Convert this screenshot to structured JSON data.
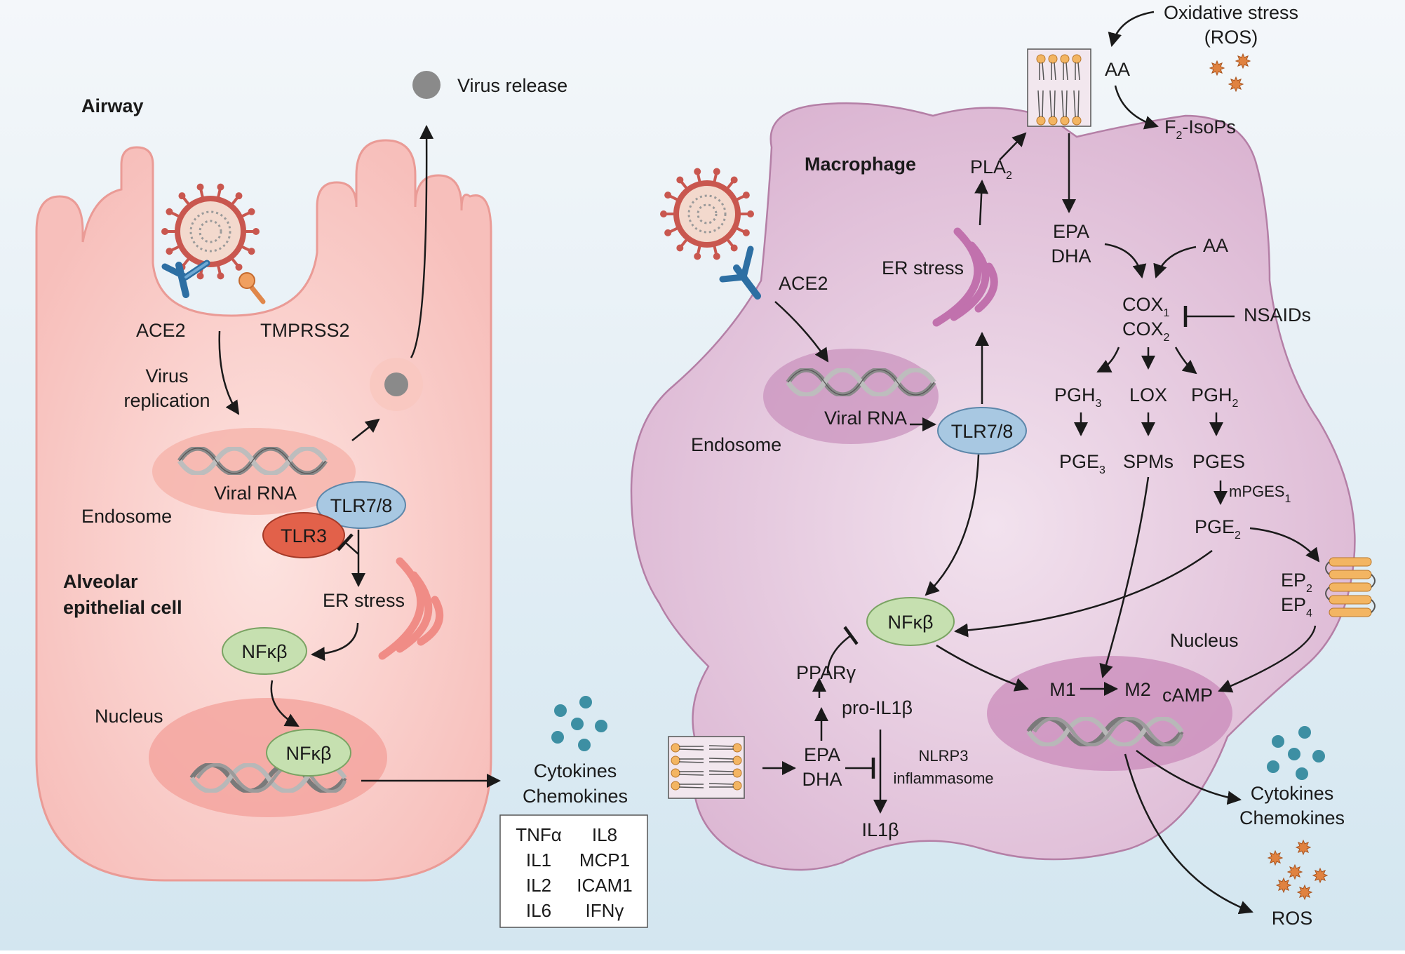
{
  "epithelial": {
    "airway": "Airway",
    "cell_title": [
      "Alveolar",
      "epithelial cell"
    ],
    "ace2": "ACE2",
    "tmprss2": "TMPRSS2",
    "virus_replication": [
      "Virus",
      "replication"
    ],
    "viral_rna": "Viral RNA",
    "endosome": "Endosome",
    "tlr78": "TLR7/8",
    "tlr3": "TLR3",
    "er_stress": "ER stress",
    "nfkb": "NFκβ",
    "nucleus": "Nucleus",
    "nfkb_nucleus": "NFκβ",
    "virus_release": "Virus release"
  },
  "center": {
    "cytokines": "Cytokines",
    "chemokines": "Chemokines",
    "table": [
      [
        "TNFα",
        "IL8"
      ],
      [
        "IL1",
        "MCP1"
      ],
      [
        "IL2",
        "ICAM1"
      ],
      [
        "IL6",
        "IFNγ"
      ]
    ]
  },
  "macrophage": {
    "title": "Macrophage",
    "ace2": "ACE2",
    "viral_rna": "Viral RNA",
    "endosome": "Endosome",
    "tlr78": "TLR7/8",
    "er_stress": "ER stress",
    "pla2": "PLA",
    "pla2_sub": "2",
    "aa_top": "AA",
    "oxidative": [
      "Oxidative stress",
      "(ROS)"
    ],
    "f2": "F",
    "f2_sub": "2",
    "f2_rest": "-IsoPs",
    "epa_dha_top": [
      "EPA",
      "DHA"
    ],
    "aa_right": "AA",
    "cox1": "COX",
    "cox1_sub": "1",
    "cox2": "COX",
    "cox2_sub": "2",
    "nsaids": "NSAIDs",
    "pgh3": "PGH",
    "pgh3_sub": "3",
    "lox": "LOX",
    "pgh2": "PGH",
    "pgh2_sub": "2",
    "pge3": "PGE",
    "pge3_sub": "3",
    "spms": "SPMs",
    "pges": "PGES",
    "mpges1": "mPGES",
    "mpges1_sub": "1",
    "pge2": "PGE",
    "pge2_sub": "2",
    "ep2": "EP",
    "ep2_sub": "2",
    "ep4": "EP",
    "ep4_sub": "4",
    "nfkb": "NFκβ",
    "ppar": "PPARγ",
    "pro_il1b": "pro-IL1β",
    "epa_dha_bottom": [
      "EPA",
      "DHA"
    ],
    "nlrp3": [
      "NLRP3",
      "inflammasome"
    ],
    "il1b": "IL1β",
    "nucleus": "Nucleus",
    "m1": "M1",
    "m2": "M2",
    "camp": "cAMP",
    "cytokines": "Cytokines",
    "chemokines": "Chemokines",
    "ros": "ROS"
  },
  "colors": {
    "epithelial_fill": "#f9c8c4",
    "macrophage_fill": "#e6c6de",
    "tlr78": "#a8c8e2",
    "tlr3": "#e2614a",
    "nfkb": "#c6e0b0",
    "virus": "#c9574f",
    "cytokine_dot": "#3d8fa3",
    "ros_star": "#e08240"
  }
}
